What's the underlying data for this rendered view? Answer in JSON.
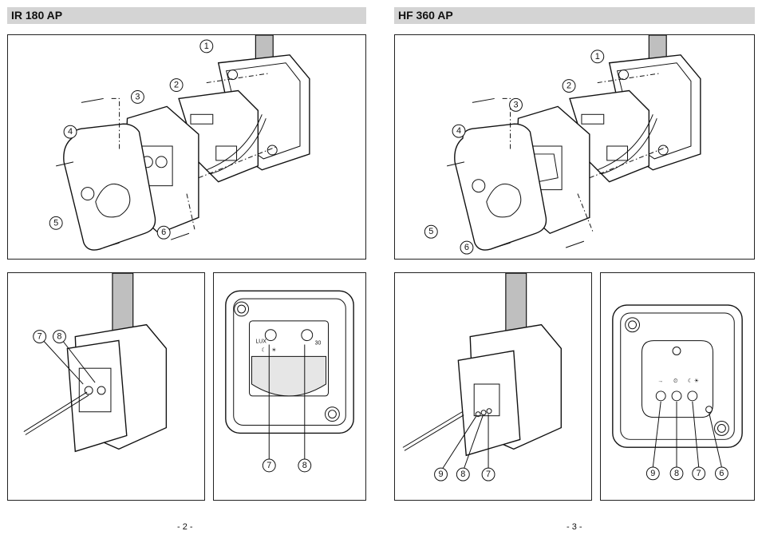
{
  "pages": [
    {
      "title": "IR 180 AP",
      "page_number": "- 2 -",
      "exploded_callouts": [
        "1",
        "2",
        "3",
        "4",
        "5",
        "6"
      ],
      "detail_callouts": [
        "7",
        "8"
      ],
      "dial_labels": {
        "lux": "LUX",
        "sun": "☀",
        "moon": "☾",
        "time": "30"
      }
    },
    {
      "title": "HF 360 AP",
      "page_number": "- 3 -",
      "exploded_callouts": [
        "1",
        "2",
        "3",
        "4",
        "5",
        "6"
      ],
      "detail_callouts": [
        "9",
        "8",
        "7"
      ],
      "front_callouts": [
        "9",
        "8",
        "7",
        "6"
      ],
      "dial_labels": {
        "arrow": "→",
        "timer": "⏲",
        "moon": "☾",
        "sun": "☀"
      }
    }
  ]
}
